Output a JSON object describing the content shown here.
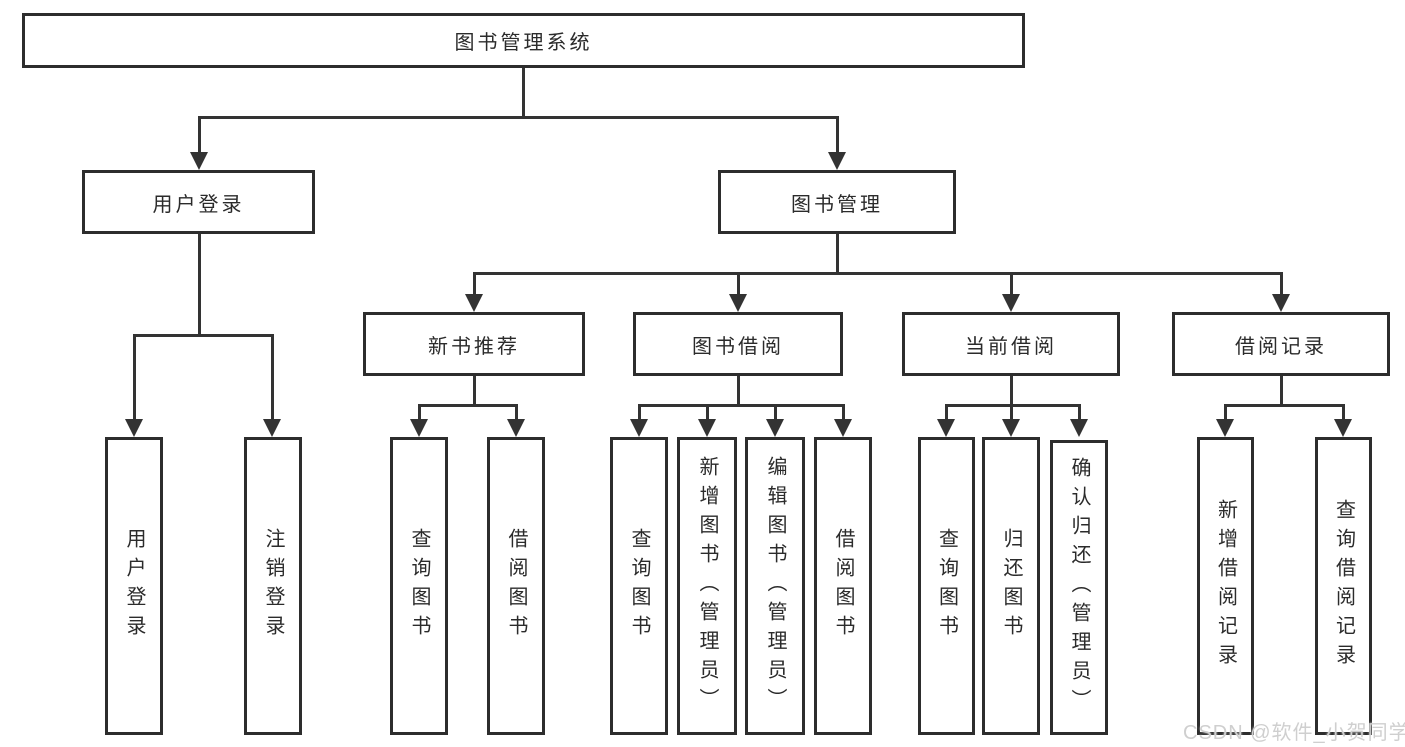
{
  "tree": {
    "label": "图书管理系统",
    "children": [
      {
        "label": "用户登录",
        "children": [
          {
            "label": "用户登录"
          },
          {
            "label": "注销登录"
          }
        ]
      },
      {
        "label": "图书管理",
        "children": [
          {
            "label": "新书推荐",
            "children": [
              {
                "label": "查询图书"
              },
              {
                "label": "借阅图书"
              }
            ]
          },
          {
            "label": "图书借阅",
            "children": [
              {
                "label": "查询图书"
              },
              {
                "label": "新增图书（管理员）"
              },
              {
                "label": "编辑图书（管理员）"
              },
              {
                "label": "借阅图书"
              }
            ]
          },
          {
            "label": "当前借阅",
            "children": [
              {
                "label": "查询图书"
              },
              {
                "label": "归还图书"
              },
              {
                "label": "确认归还（管理员）"
              }
            ]
          },
          {
            "label": "借阅记录",
            "children": [
              {
                "label": "新增借阅记录"
              },
              {
                "label": "查询借阅记录"
              }
            ]
          }
        ]
      }
    ]
  },
  "watermark": "CSDN @软件_小贺同学",
  "colors": {
    "line": "#333333",
    "box_border": "#2d2d2d",
    "text": "#2b2b2b",
    "background": "#ffffff",
    "watermark": "#cfcfcf"
  }
}
